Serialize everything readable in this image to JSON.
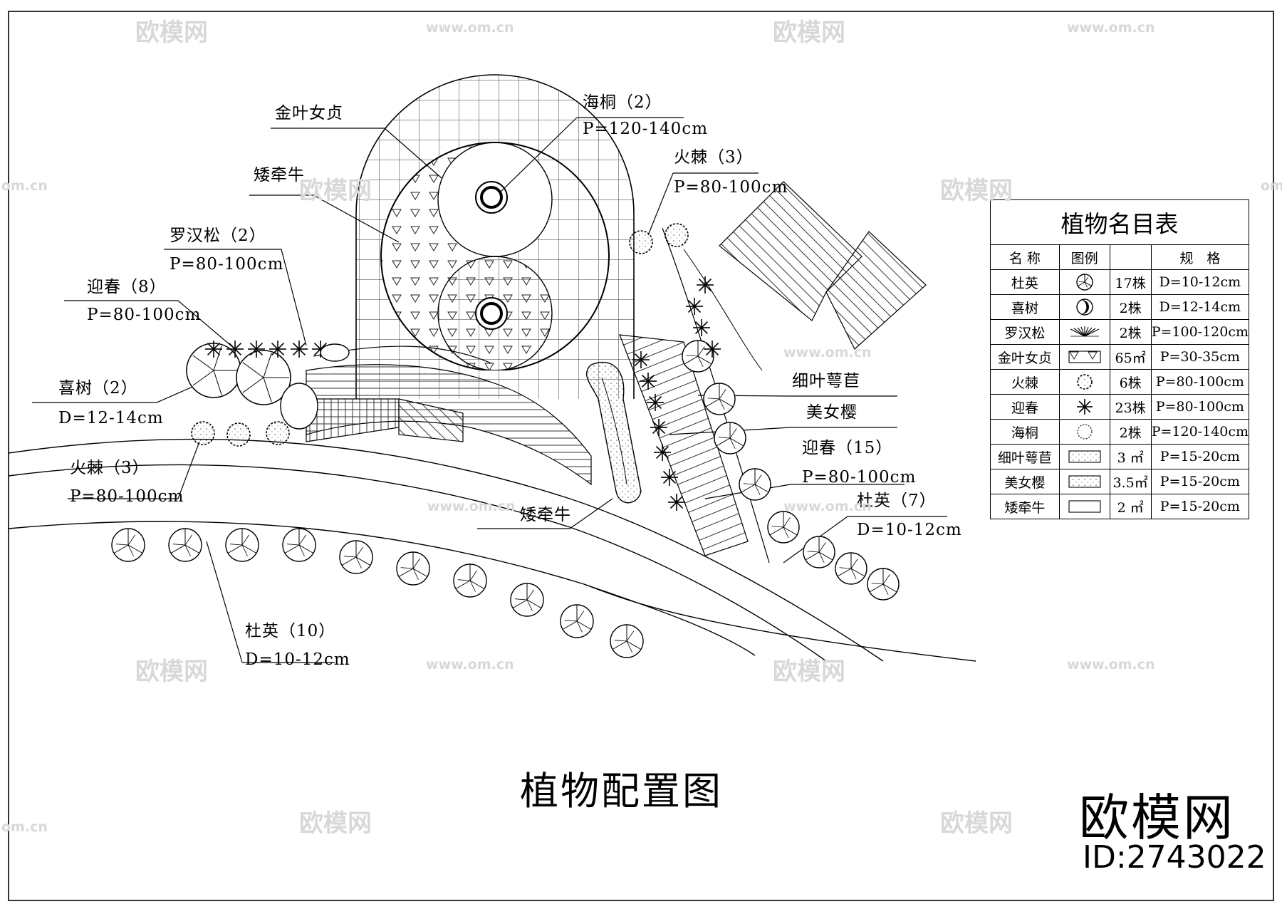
{
  "drawing_title": "植物配置图",
  "brand": {
    "name": "欧模网",
    "id": "ID:2743022"
  },
  "watermark": {
    "cn": "欧模网",
    "url": "www.om.cn",
    "url_short": "om.cn"
  },
  "labels": {
    "jinyenvzhen": "金叶女贞",
    "haitong_name": "海桐（2）",
    "haitong_spec": "P=120-140cm",
    "aiqianniu_top": "矮牵牛",
    "huoji_top_name": "火棘（3）",
    "huoji_top_spec": "P=80-100cm",
    "luohansong_name": "罗汉松（2）",
    "luohansong_spec": "P=80-100cm",
    "yingchun8_name": "迎春（8）",
    "yingchun8_spec": "P=80-100cm",
    "xishu_name": "喜树（2）",
    "xishu_spec": "D=12-14cm",
    "huoji_left_name": "火棘（3）",
    "huoji_left_spec": "P=80-100cm",
    "xiyeqianchang": "细叶萼苣",
    "meinvying": "美女樱",
    "yingchun15_name": "迎春（15）",
    "yingchun15_spec": "P=80-100cm",
    "duying7_name": "杜英（7）",
    "duying7_spec": "D=10-12cm",
    "aiqianniu_bottom": "矮牵牛",
    "duying10_name": "杜英（10）",
    "duying10_spec": "D=10-12cm"
  },
  "plant_table": {
    "title": "植物名目表",
    "headers": [
      "名 称",
      "图例",
      "",
      "规　格"
    ],
    "rows": [
      {
        "name": "杜英",
        "icon": "duying-symbol-icon",
        "qty": "17株",
        "spec": "D=10-12cm"
      },
      {
        "name": "喜树",
        "icon": "xishu-symbol-icon",
        "qty": "2株",
        "spec": "D=12-14cm"
      },
      {
        "name": "罗汉松",
        "icon": "luohansong-symbol-icon",
        "qty": "2株",
        "spec": "P=100-120cm"
      },
      {
        "name": "金叶女贞",
        "icon": "jinyenvzhen-hatch-icon",
        "qty": "65㎡",
        "spec": "P=30-35cm"
      },
      {
        "name": "火棘",
        "icon": "huoji-symbol-icon",
        "qty": "6株",
        "spec": "P=80-100cm"
      },
      {
        "name": "迎春",
        "icon": "yingchun-symbol-icon",
        "qty": "23株",
        "spec": "P=80-100cm"
      },
      {
        "name": "海桐",
        "icon": "haitong-symbol-icon",
        "qty": "2株",
        "spec": "P=120-140cm"
      },
      {
        "name": "细叶萼苣",
        "icon": "xiyeqianchang-hatch-icon",
        "qty": "3 ㎡",
        "spec": "P=15-20cm"
      },
      {
        "name": "美女樱",
        "icon": "meinvying-hatch-icon",
        "qty": "3.5㎡",
        "spec": "P=15-20cm"
      },
      {
        "name": "矮牵牛",
        "icon": "aiqianniu-hatch-icon",
        "qty": "2 ㎡",
        "spec": "P=15-20cm"
      }
    ]
  }
}
